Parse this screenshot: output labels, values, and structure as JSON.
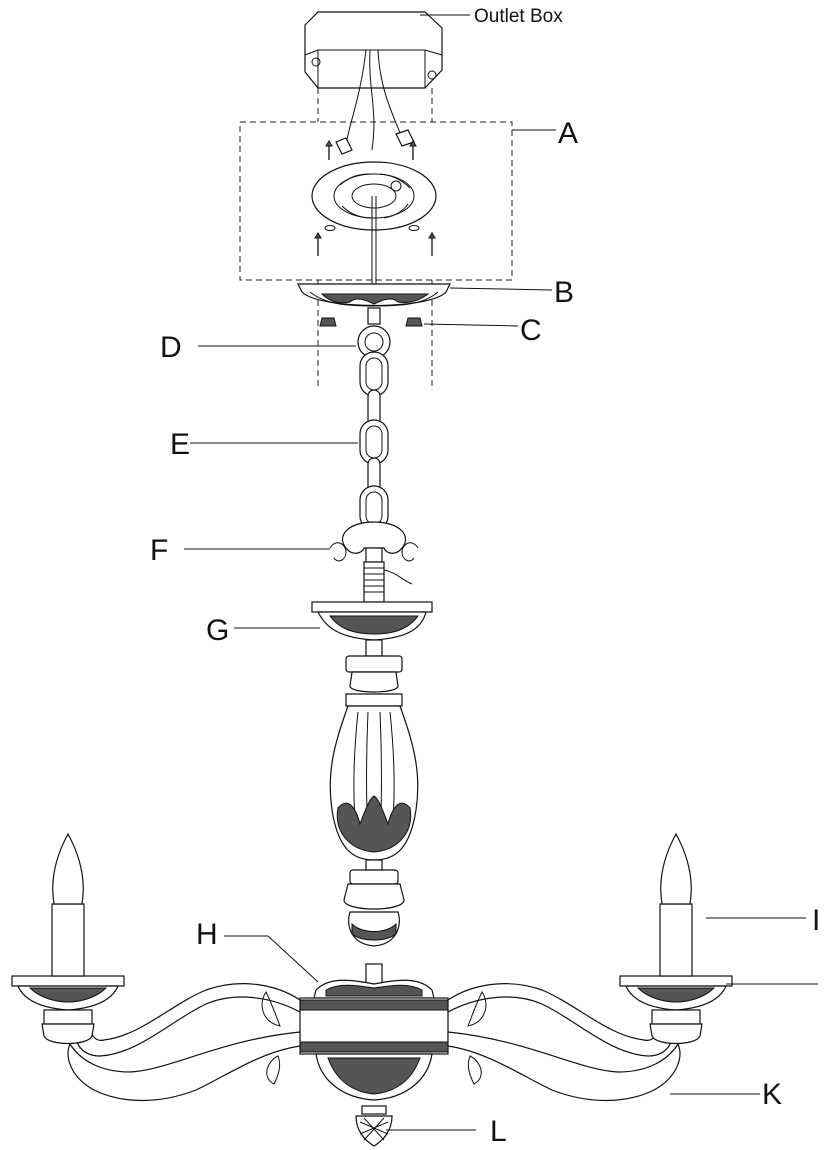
{
  "labels": {
    "outlet_box": "Outlet Box",
    "a": "A",
    "b": "B",
    "c": "C",
    "d": "D",
    "e": "E",
    "f": "F",
    "g": "G",
    "h": "H",
    "i": "I",
    "k": "K",
    "l": "L"
  }
}
